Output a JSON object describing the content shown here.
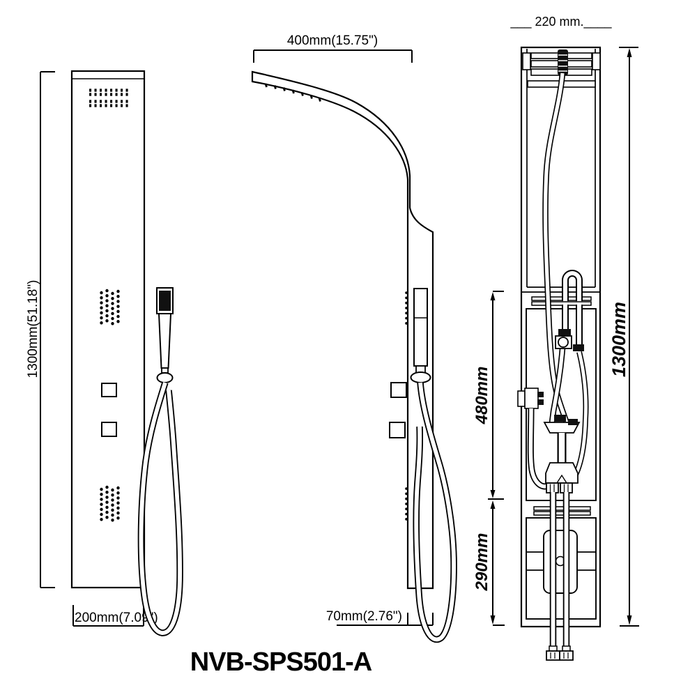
{
  "title": "NVB-SPS501-A",
  "views": {
    "front": {
      "dim_height": "1300mm(51.18\")",
      "dim_width": "200mm(7.09\")"
    },
    "side": {
      "dim_width": "400mm(15.75\")",
      "dim_depth": "70mm(2.76\")"
    },
    "back": {
      "dim_width": "___ 220 mm.____",
      "dim_upper": "480mm",
      "dim_lower": "290mm",
      "dim_height": "1300mm"
    }
  },
  "colors": {
    "line": "#000000",
    "background": "#ffffff",
    "screen_fill": "#111111"
  }
}
